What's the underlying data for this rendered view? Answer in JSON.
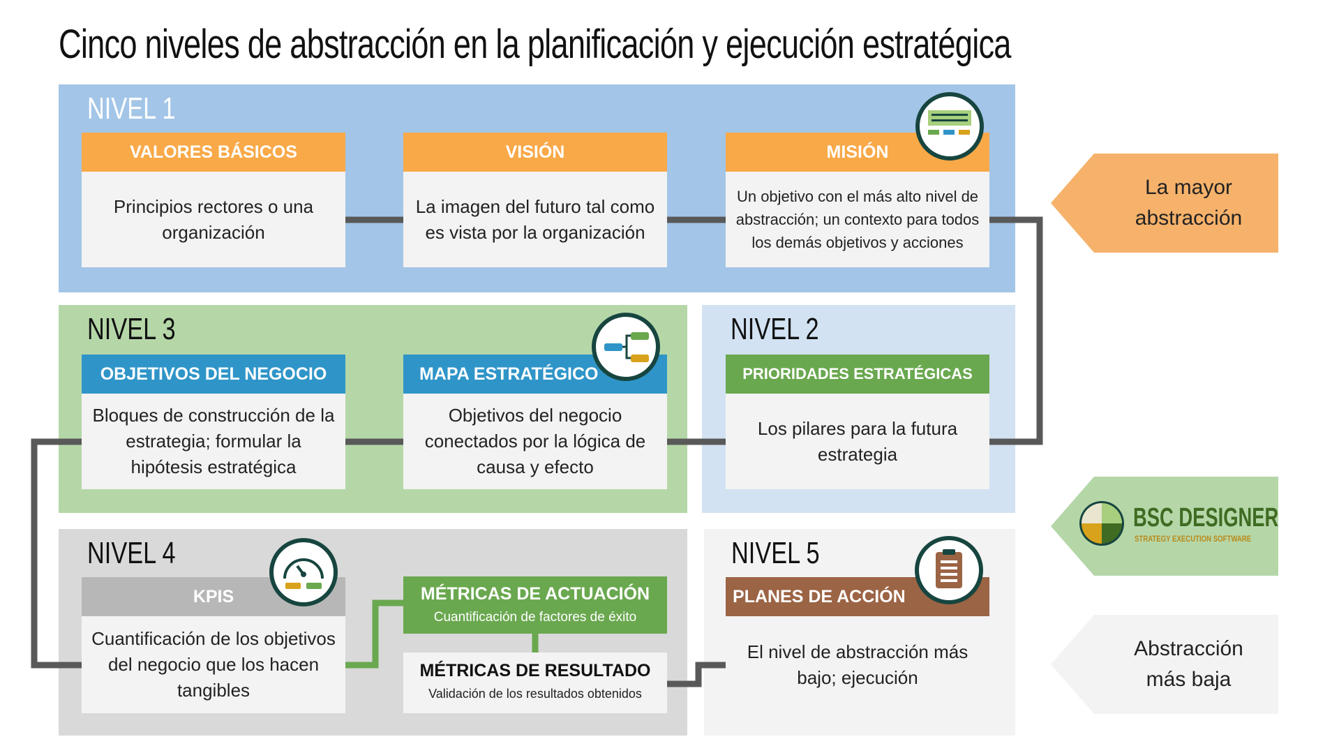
{
  "title": "Cinco niveles de abstracción en la planificación y ejecución estratégica",
  "levels": {
    "l1": {
      "label": "NIVEL 1",
      "cards": [
        {
          "header": "VALORES BÁSICOS",
          "body": "Principios rectores o una organización"
        },
        {
          "header": "VISIÓN",
          "body": "La imagen del futuro tal como es vista por la organización"
        },
        {
          "header": "MISIÓN",
          "body": "Un objetivo con el más alto nivel de abstracción; un contexto para todos los demás objetivos y acciones"
        }
      ]
    },
    "l2": {
      "label": "NIVEL 2",
      "cards": [
        {
          "header": "PRIORIDADES ESTRATÉGICAS",
          "body": "Los pilares para la futura estrategia"
        }
      ]
    },
    "l3": {
      "label": "NIVEL 3",
      "cards": [
        {
          "header": "OBJETIVOS DEL NEGOCIO",
          "body": "Bloques de construcción de la estrategia; formular la hipótesis estratégica"
        },
        {
          "header": "MAPA ESTRATÉGICO",
          "body": "Objetivos del negocio conectados por la lógica de causa y efecto"
        }
      ]
    },
    "l4": {
      "label": "NIVEL 4",
      "kpis": {
        "header": "KPIS",
        "body": "Cuantificación de los objetivos del negocio que los hacen tangibles"
      },
      "performance": {
        "title": "MÉTRICAS DE ACTUACIÓN",
        "subtitle": "Cuantificación de factores de éxito"
      },
      "result": {
        "title": "MÉTRICAS DE RESULTADO",
        "subtitle": "Validación de los resultados obtenidos"
      }
    },
    "l5": {
      "label": "NIVEL 5",
      "cards": [
        {
          "header": "PLANES DE ACCIÓN",
          "body": "El nivel de abstracción más bajo; ejecución"
        }
      ]
    }
  },
  "side": {
    "top_label": "La mayor abstracción",
    "brand_name": "BSC DESIGNER",
    "brand_tagline": "STRATEGY EXECUTION SOFTWARE",
    "bottom_label": "Abstracción más baja"
  },
  "icons": [
    "mission-icon",
    "strategy-map-icon",
    "kpi-gauge-icon",
    "clipboard-icon",
    "bsc-logo-icon"
  ],
  "colors": {
    "level1_bg": "#a3c5e7",
    "level2_bg": "#d2e2f2",
    "level3_bg": "#b5d7a8",
    "level4_bg": "#d9d9d9",
    "level5_bg": "#f3f3f3",
    "orange": "#f9a948",
    "blue": "#2f95c8",
    "green": "#6aa84f",
    "gray": "#b7b7b7",
    "brown": "#9b6445",
    "connector": "#595959"
  }
}
